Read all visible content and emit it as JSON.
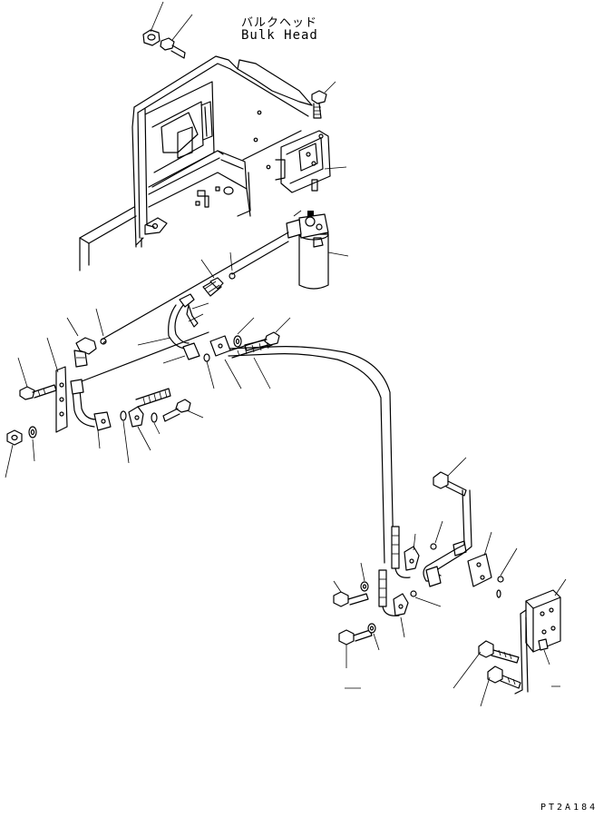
{
  "header": {
    "title_jp": "バルクヘッド",
    "title_en": "Bulk Head"
  },
  "footer": {
    "drawing_code": "PT2A184"
  }
}
